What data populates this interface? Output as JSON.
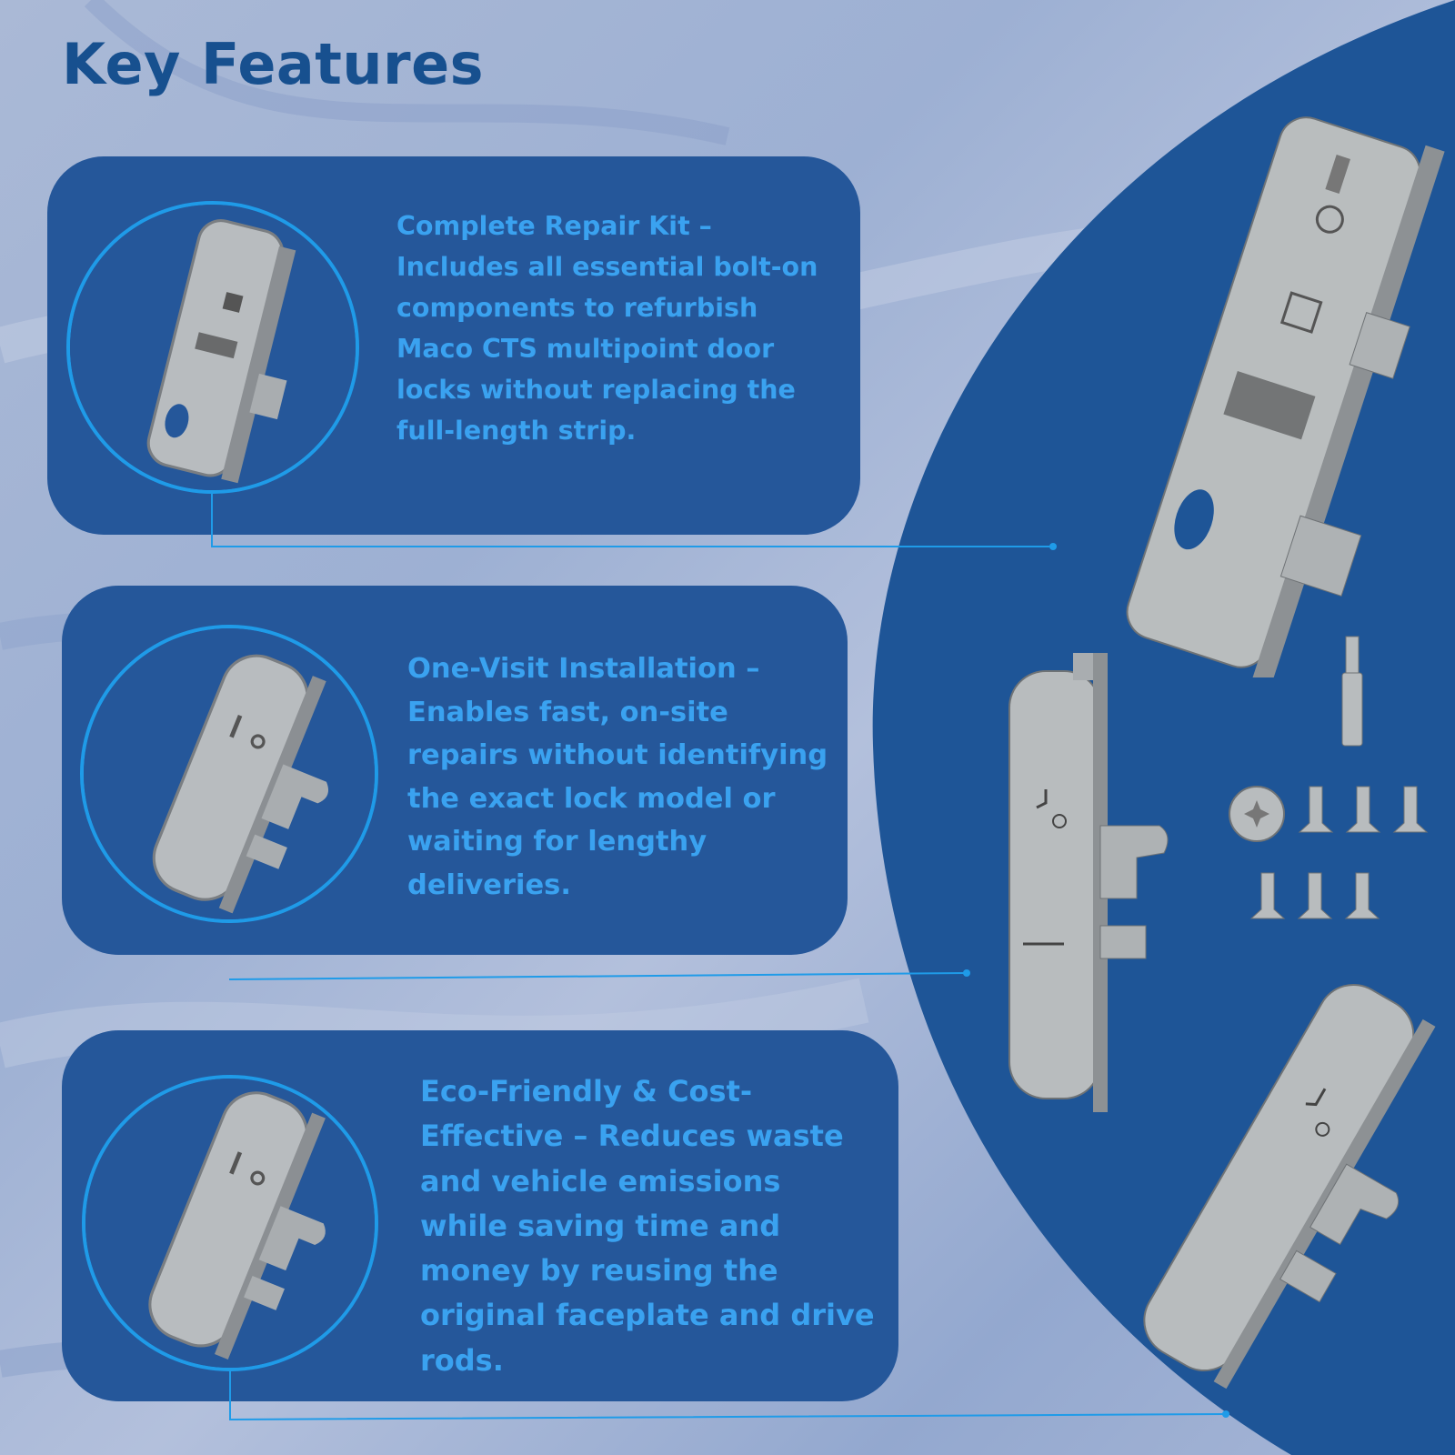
{
  "heading": "Key Features",
  "features": [
    {
      "text": "Complete Repair Kit – Includes all essential bolt-on components to refurbish Maco CTS multipoint door locks without replacing the full-length strip.",
      "image_icon": "lock-case-photo"
    },
    {
      "text": "One-Visit Installation – Enables fast, on-site repairs without identifying the exact lock model or waiting for lengthy deliveries.",
      "image_icon": "hook-lock-case-photo"
    },
    {
      "text": "Eco-Friendly & Cost-Effective – Reduces waste and vehicle emissions while saving time and money by reusing the original faceplate and drive rods.",
      "image_icon": "hook-lock-case-photo"
    }
  ],
  "colors": {
    "card": "#25579a",
    "heading": "#17508f",
    "accent": "#3aa2f0",
    "ring": "#1f9be8",
    "arc": "#1e5597"
  },
  "products": [
    "main-lock-case-photo",
    "hook-lock-case-photo",
    "hook-lock-case-angled-photo",
    "torx-bit-icon",
    "screws-icon"
  ]
}
